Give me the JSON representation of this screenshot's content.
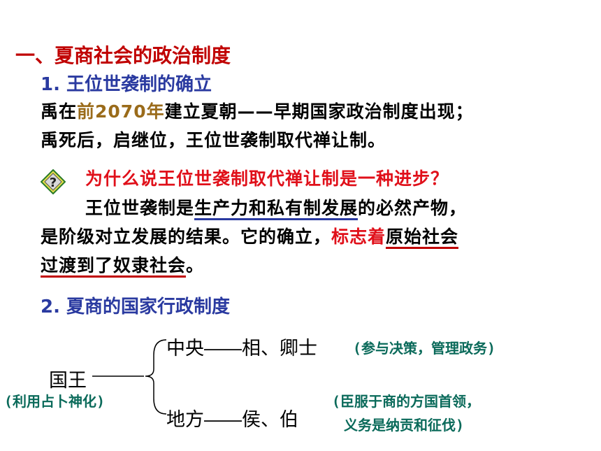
{
  "section_title": "一、夏商社会的政治制度",
  "sub1": {
    "title": "1. 王位世袭制的确立",
    "line1_a": "禹在",
    "line1_year": "前2070年",
    "line1_b": "建立夏朝——早期国家政治制度出现；",
    "line2": "禹死后，启继位，王位世袭制取代禅让制。",
    "question": "为什么说王位世袭制取代禅让制是一种进步？",
    "ans1_a": "王位世袭制是",
    "ans1_u": "生产力和私有制发展",
    "ans1_b": "的必然产物，",
    "ans2_a": "是阶级对立发展的结果。它的确立，",
    "ans2_red": "标志着",
    "ans2_u": "原始社会",
    "ans3_u": "过渡到了奴隶社会",
    "ans3_end": "。"
  },
  "sub2": {
    "title": "2. 夏商的国家行政制度",
    "king": "国王",
    "king_note": "(利用占卜神化)",
    "center": "中央——相、卿士",
    "center_note": "(参与决策，管理政务)",
    "local": "地方——侯、伯",
    "local_note1": "(臣服于商的方国首领，",
    "local_note2": "义务是纳贡和征伐)"
  },
  "icons": {
    "question": "question-icon"
  },
  "colors": {
    "title": "#c00000",
    "subtitle": "#2a3aa0",
    "year": "#9a6b1a",
    "emphasis": "#e0101a",
    "note": "#0a6a5a"
  }
}
